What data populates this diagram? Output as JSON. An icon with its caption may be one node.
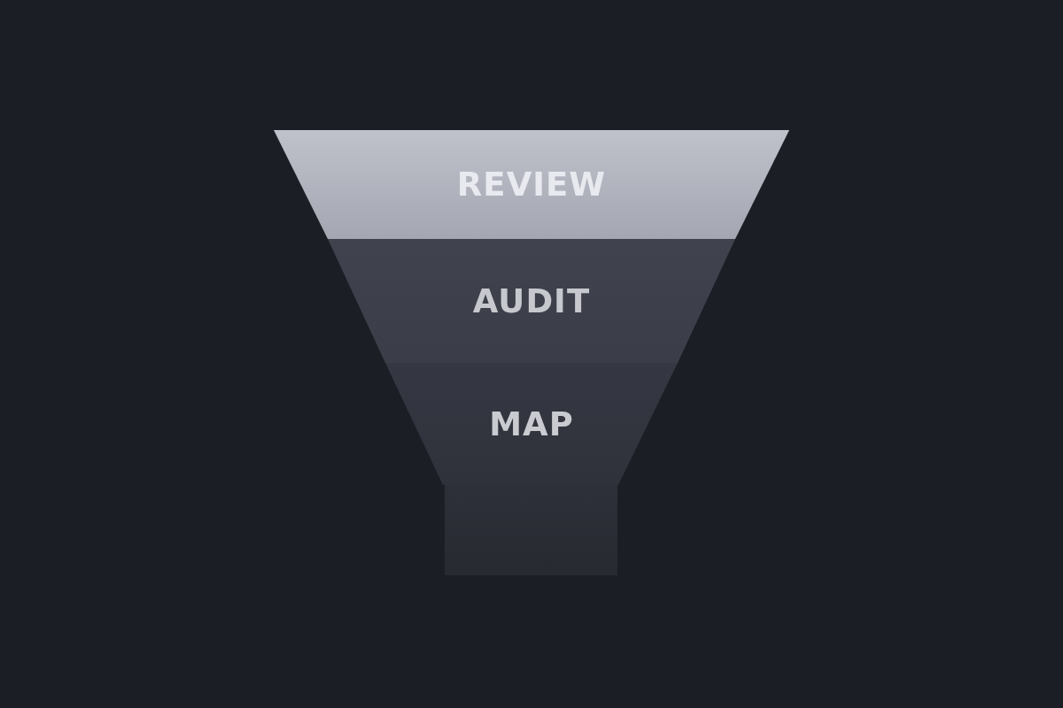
{
  "diagram": {
    "nodes": [
      {
        "text": [
          "REVIEW"
        ]
      },
      {
        "text": [
          "AUDIT"
        ]
      },
      {
        "text": [
          "MAP"
        ]
      },
      {
        "text": [],
        "shape": "box"
      }
    ]
  }
}
